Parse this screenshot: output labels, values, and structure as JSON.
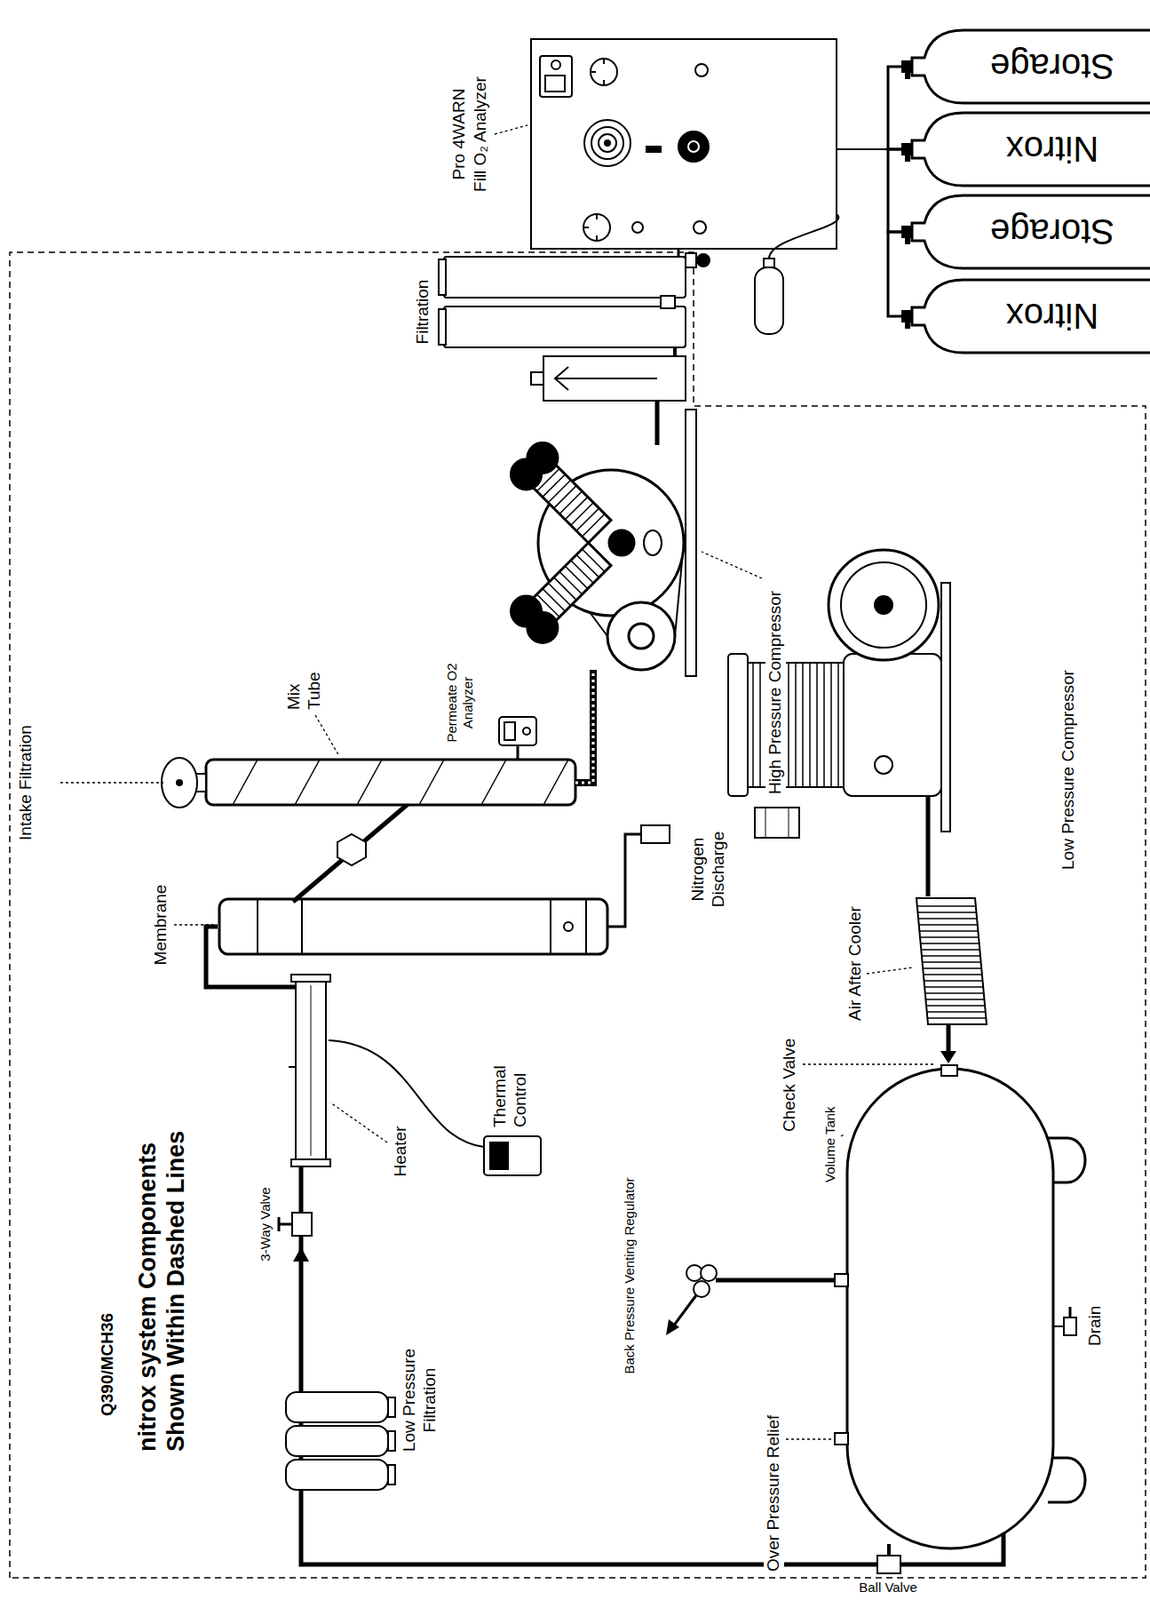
{
  "diagram": {
    "title": "nitrox system Components Shown Within Dashed Lines",
    "nodes": [
      {
        "text": [
          "Nitrox"
        ]
      },
      {
        "text": [
          "Storage"
        ]
      },
      {
        "text": [
          "Nitrox"
        ]
      },
      {
        "text": [
          "Storage"
        ]
      }
    ],
    "edges": [
      {
        "from": 0,
        "to": 1,
        "arrow": "none"
      },
      {
        "from": 1,
        "to": 2,
        "arrow": "none"
      },
      {
        "from": 2,
        "to": 3,
        "arrow": "none"
      }
    ],
    "labels": [
      "Q390/MCH36",
      "Low Pressure Filtration",
      "3-Way Valve",
      "Heater",
      "Thermal Control",
      "Membrane",
      "Nitrogen Discharge",
      "Intake Filtration",
      "Mix Tube",
      "Permeate O2 Analyzer",
      "High Pressure Compressor",
      "Filtration",
      "Pro 4WARN",
      "Fill O₂ Analyzer",
      "Low Pressure Compressor",
      "Air After Cooler",
      "Check Valve",
      "Volume Tank",
      "Back Pressure Venting Regulator",
      "Over Pressure Relief",
      "Drain",
      "Ball Valve"
    ]
  }
}
